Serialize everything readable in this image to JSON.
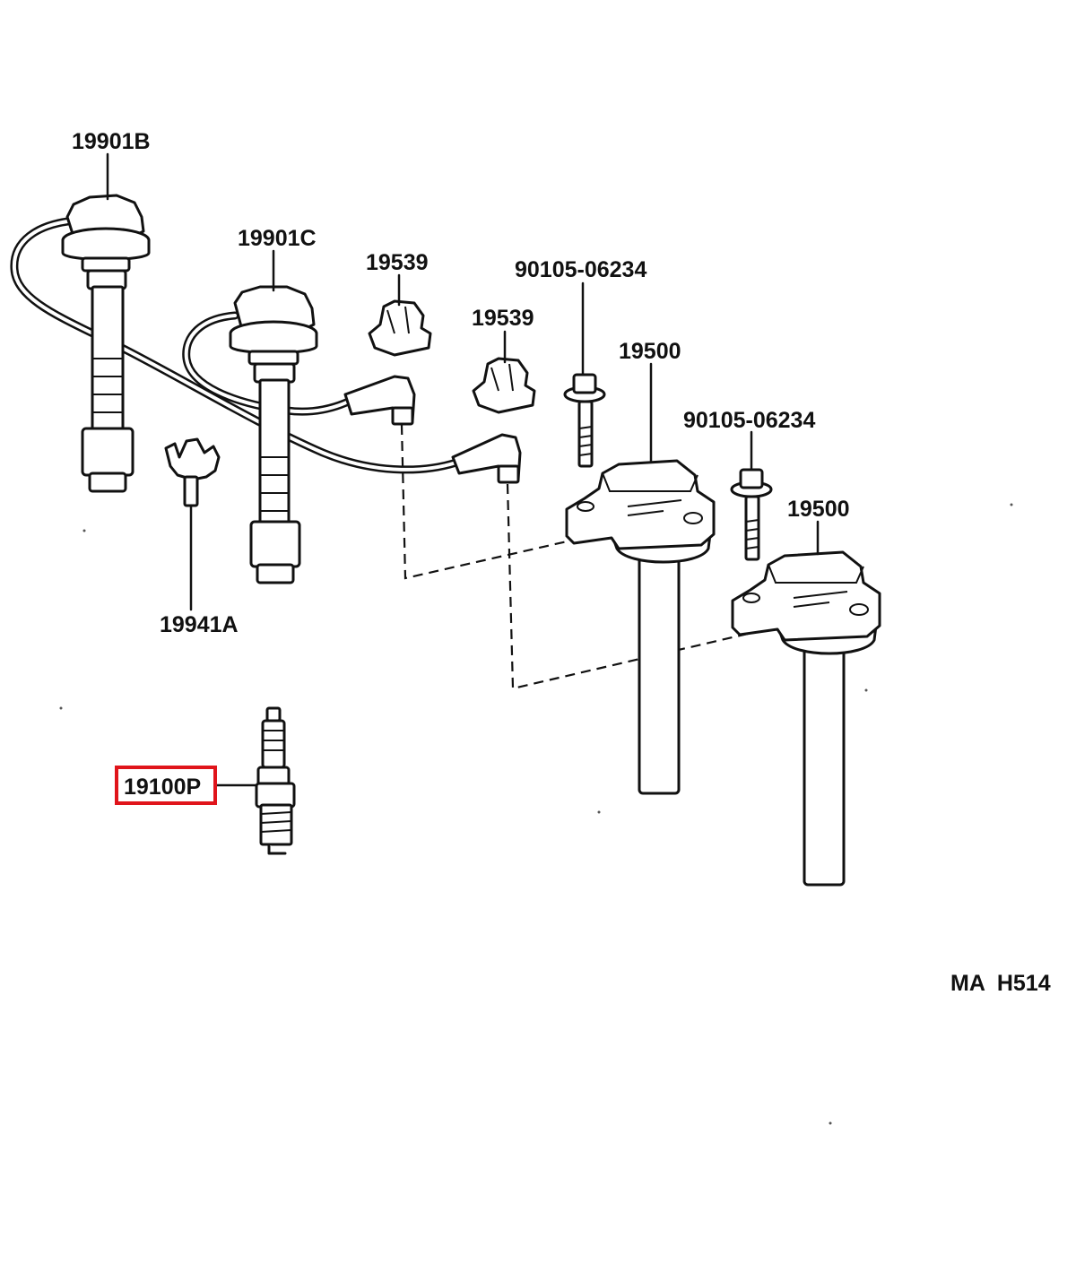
{
  "labels": {
    "cord_1": "19901B",
    "cord_2": "19901C",
    "cap_1": "19539",
    "cap_2": "19539",
    "bolt_1": "90105-06234",
    "bolt_2": "90105-06234",
    "coil_1": "19500",
    "coil_2": "19500",
    "clamp": "19941A",
    "spark_plug": "19100P",
    "diagram_code": "MA  H514"
  },
  "colors": {
    "line": "#111111",
    "highlight": "#e0141b",
    "background": "#ffffff"
  },
  "highlighted_part": "19100P"
}
